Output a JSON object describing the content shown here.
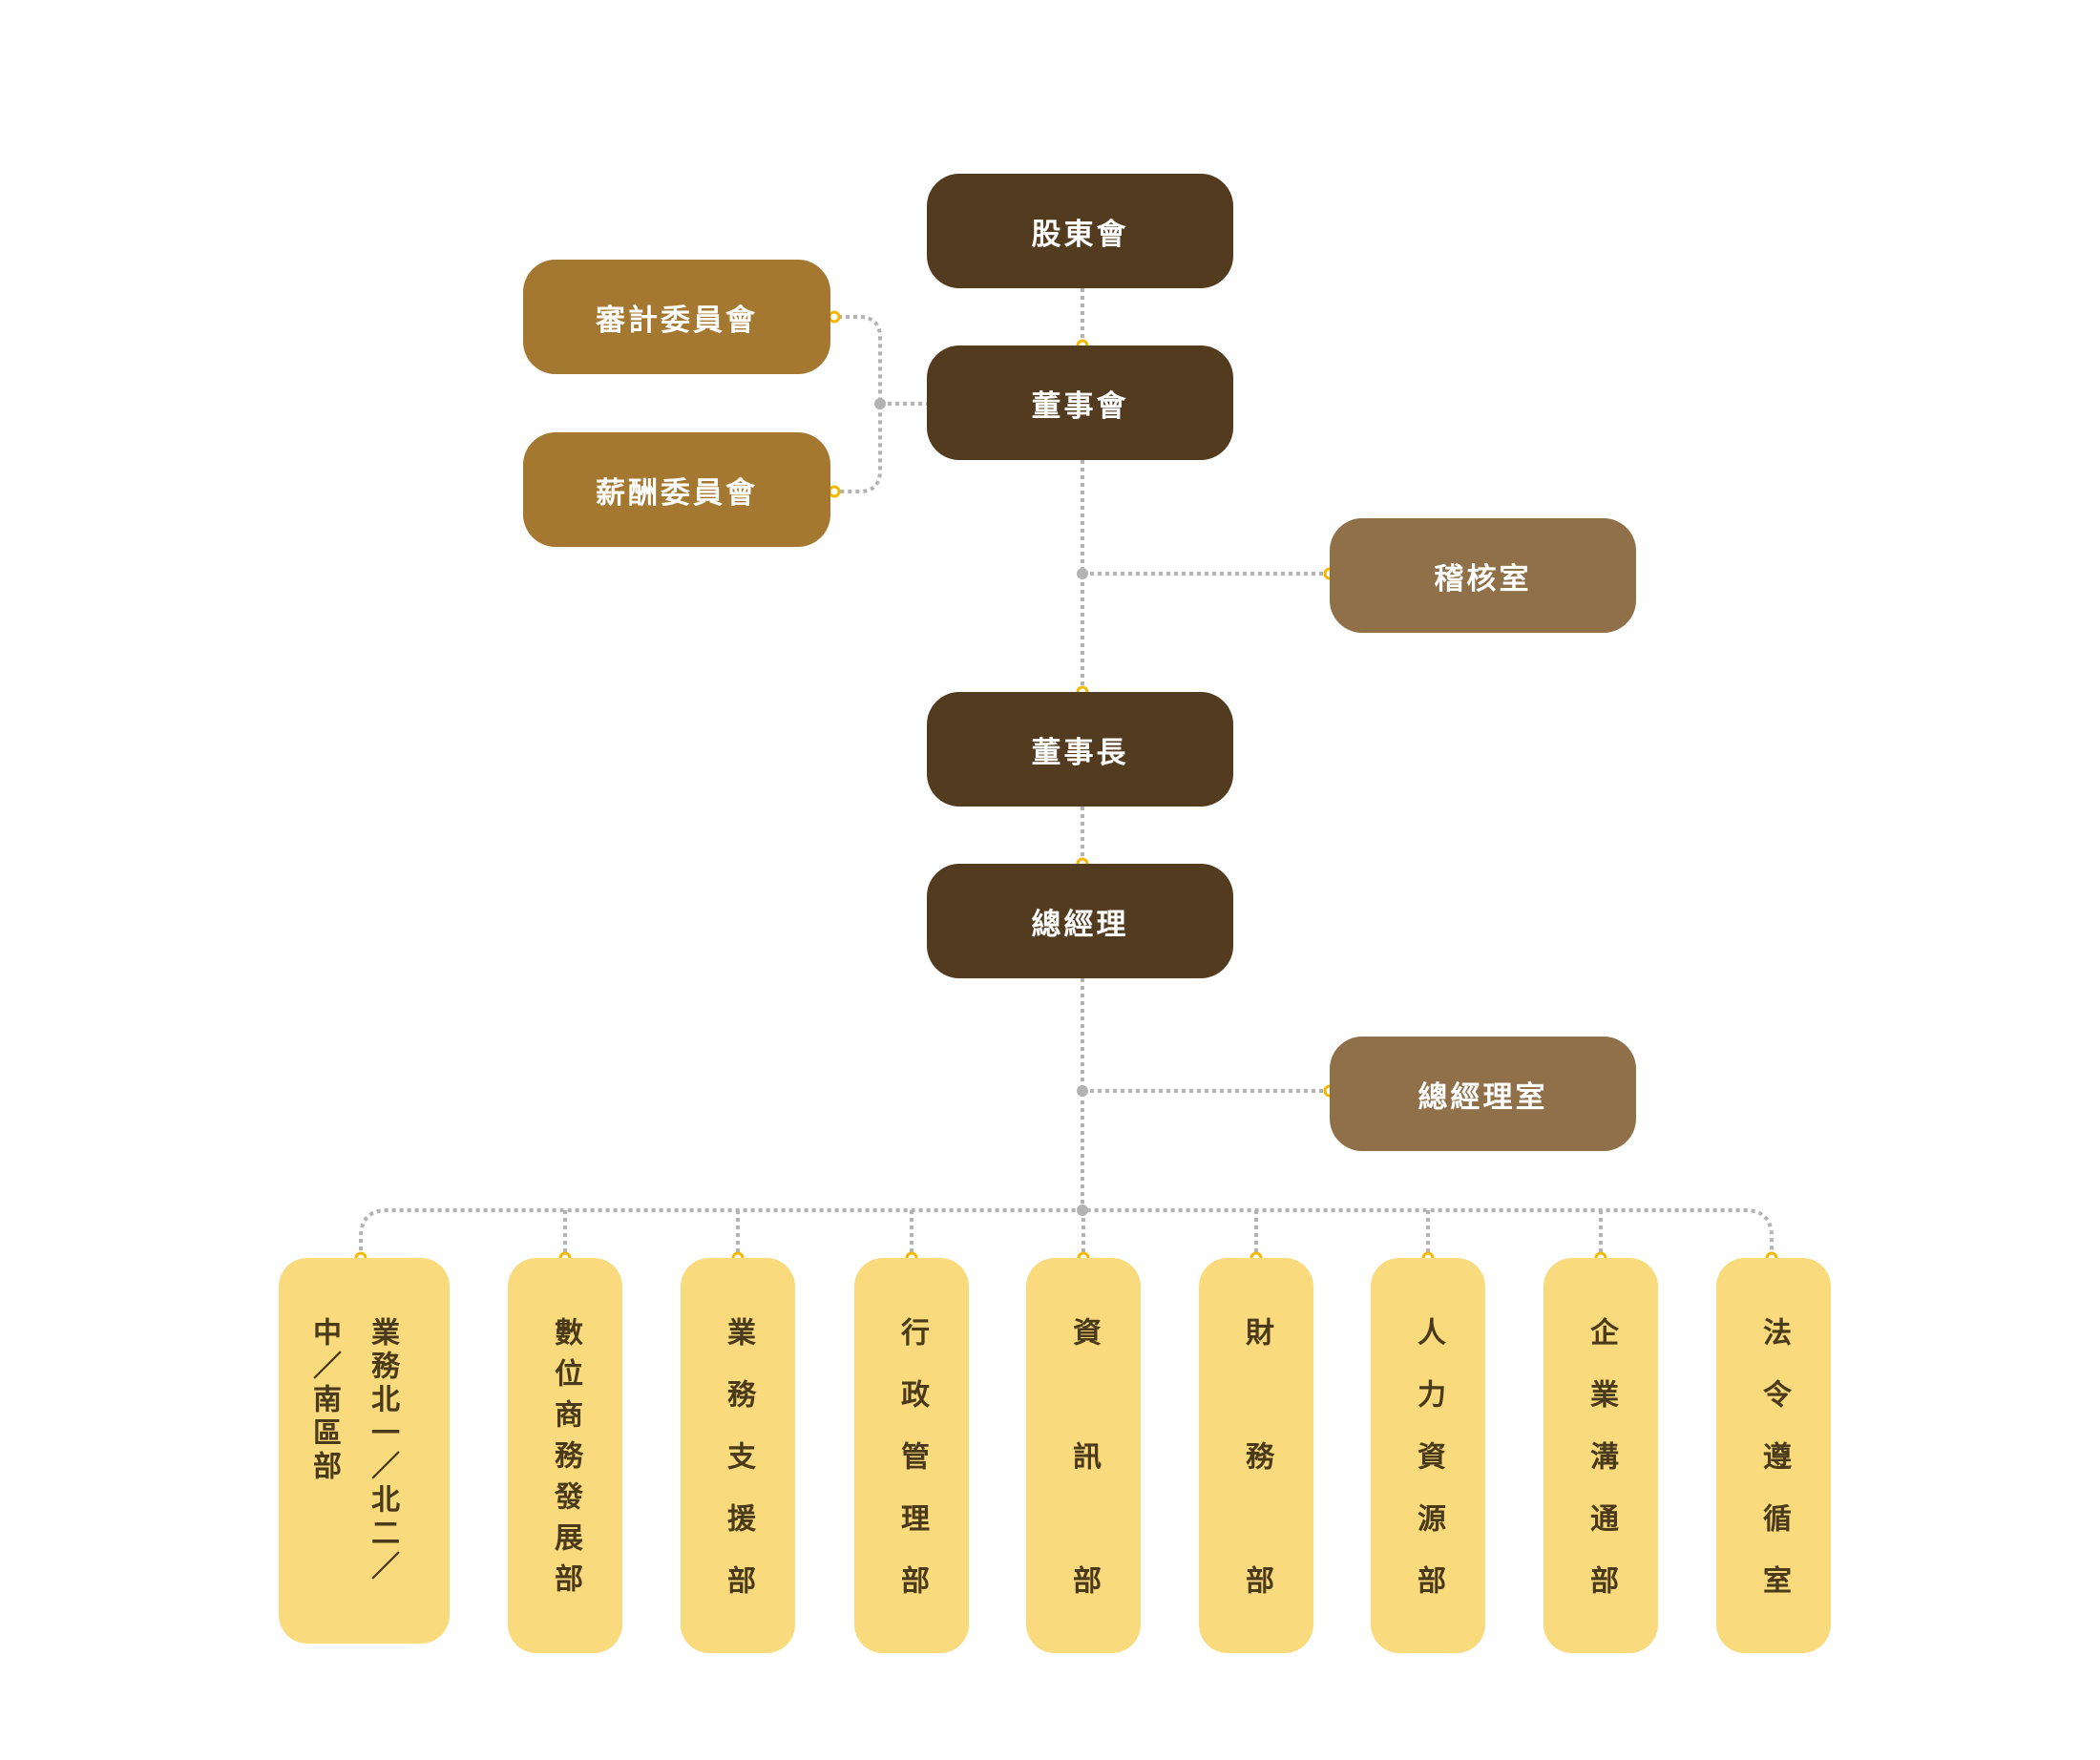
{
  "nodes": {
    "shareholders": "股東會",
    "board": "董事會",
    "audit_committee": "審計委員會",
    "compensation_committee": "薪酬委員會",
    "audit_office": "稽核室",
    "chairman": "董事長",
    "president": "總經理",
    "president_office": "總經理室"
  },
  "departments": [
    "業務北一／北二／中／南區部",
    "數位商務發展部",
    "業務支援部",
    "行政管理部",
    "資訊部",
    "財務部",
    "人力資源部",
    "企業溝通部",
    "法令遵循室"
  ],
  "colors": {
    "executive": "#523b1f",
    "committee": "#a47830",
    "staff_office": "#8f7049",
    "department": "#f9da7d",
    "connector": "#b3b3b3",
    "anchor": "#f5b800"
  }
}
